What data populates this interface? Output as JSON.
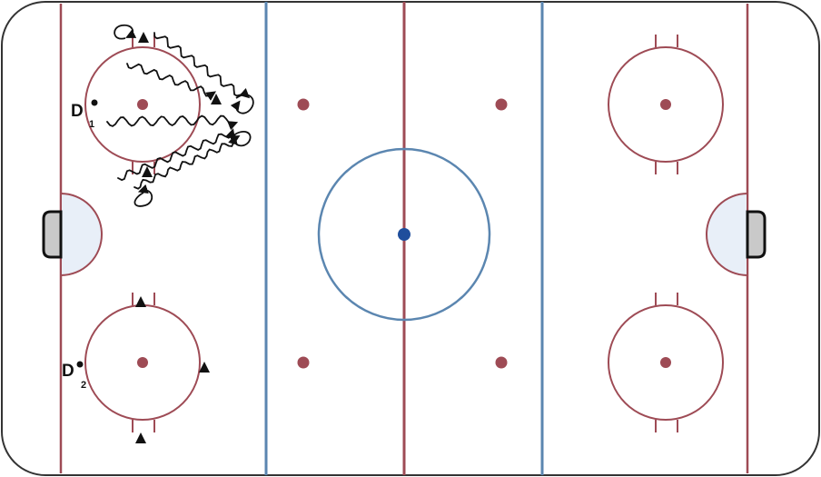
{
  "diagram": {
    "colors": {
      "board": "#333333",
      "red_line": "#9e4b55",
      "blue_line": "#5b86b0",
      "center_dot": "#1f4e9c",
      "crease_fill": "#e8eff8",
      "net_fill": "#c9c9c9",
      "ink": "#111111"
    },
    "players": [
      {
        "id": "d1",
        "letter": "D",
        "sub": "1"
      },
      {
        "id": "d2",
        "letter": "D",
        "sub": "2"
      }
    ]
  }
}
